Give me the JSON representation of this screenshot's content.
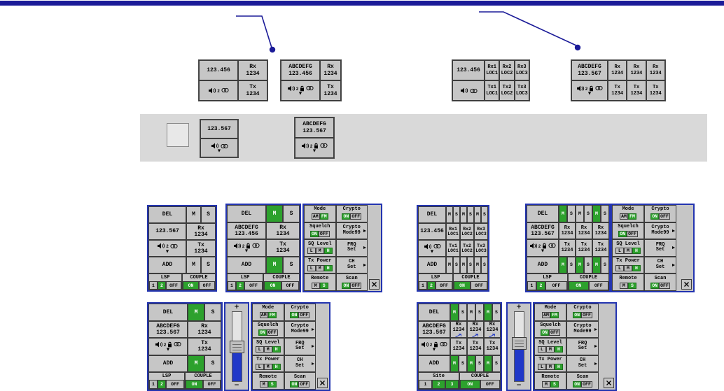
{
  "colors": {
    "top_bar": "#1b1b98",
    "callout": "#1b1b98",
    "panel_border_blue": "#2334b0",
    "selected_green": "#2da12d",
    "slider_fill_blue": "#2038c8",
    "band_gray": "#d9d9d9",
    "panel_gray": "#c6c6c6"
  },
  "icons": {
    "speaker": "speaker-icon",
    "speaker_channel_2": "2",
    "lock": "lock-icon",
    "couple": "couple-link-icon",
    "dropdown_caret": "▼",
    "close": "close-icon",
    "vote_arrow": "vote-arrow-icon"
  },
  "labels": {
    "del": "DEL",
    "add": "ADD",
    "monitor": "M",
    "select": "S",
    "slider_plus": "+",
    "slider_minus": "−"
  },
  "ms_row": [
    "M",
    "S",
    "M",
    "S",
    "M",
    "S"
  ],
  "channels": {
    "top_single_plain": {
      "freq": "123.456",
      "rx": "Rx\n1234",
      "tx": "Tx\n1234"
    },
    "top_single_named": {
      "freq": "ABCDEFG\n123.456",
      "rx": "Rx\n1234",
      "tx": "Tx\n1234"
    },
    "top_multi_plain": {
      "freq": "123.456",
      "rx": [
        "Rx1\nLOC1",
        "Rx2\nLOC2",
        "Rx3\nLOC3"
      ],
      "tx": [
        "Tx1\nLOC1",
        "Tx2\nLOC2",
        "Tx3\nLOC3"
      ]
    },
    "top_multi_named": {
      "freq": "ABCDEFG\n123.567",
      "rx": [
        "Rx\n1234",
        "Rx\n1234",
        "Rx\n1234"
      ],
      "tx": [
        "Tx\n1234",
        "Tx\n1234",
        "Tx\n1234"
      ]
    },
    "bar_mini_plain": {
      "freq": "123.567"
    },
    "bar_mini_named": {
      "freq": "ABCDEFG\n123.567"
    },
    "mid_single_plain": {
      "freq": "123.567",
      "rx": "Rx\n1234",
      "tx": "Tx\n1234"
    },
    "mid_single_named": {
      "freq": "ABCDEFG\n123.456",
      "rx": "Rx\n1234",
      "tx": "Tx\n1234"
    },
    "mid_multi_plain": {
      "freq": "123.456",
      "rx": [
        "Rx1\nLOC1",
        "Rx2\nLOC2",
        "Rx3\nLOC3"
      ],
      "tx": [
        "Tx1\nLOC1",
        "Tx2\nLOC2",
        "Tx3\nLOC3"
      ]
    },
    "mid_multi_named": {
      "freq": "ABCDEFG\n123.567",
      "rx": [
        "Rx\n1234",
        "Rx\n1234",
        "Rx\n1234"
      ],
      "tx": [
        "Tx\n1234",
        "Tx\n1234",
        "Tx\n1234"
      ]
    },
    "bot_single_named": {
      "freq": "ABCDEFG\n123.567",
      "rx": "Rx\n1234",
      "tx": "Tx\n1234"
    },
    "bot_multi_named": {
      "freq": "ABCDEFG\n123.567",
      "rx": [
        "Rx\n1234",
        "Rx\n1234",
        "Rx\n1234"
      ],
      "tx": [
        "Tx\n1234",
        "Tx\n1234",
        "Tx\n1234"
      ]
    }
  },
  "footer": {
    "lsp": {
      "label": "LSP",
      "options": [
        "1",
        "2",
        "OFF"
      ],
      "selected": "2"
    },
    "site": {
      "label": "Site",
      "options": [
        "1",
        "2",
        "3"
      ],
      "selected": [
        "2",
        "3"
      ]
    },
    "couple": {
      "label": "COUPLE",
      "options": [
        "ON",
        "OFF"
      ],
      "selected": "ON"
    }
  },
  "settings": {
    "mode": {
      "label": "Mode",
      "options": [
        "AM",
        "FM"
      ],
      "selected": "FM"
    },
    "crypto": {
      "label": "Crypto",
      "options": [
        "ON",
        "OFF"
      ],
      "selected": "ON"
    },
    "squelch": {
      "label": "Squelch",
      "options": [
        "ON",
        "OFF"
      ],
      "selected": "ON"
    },
    "crypto_mode": {
      "label": "Crypto\nMode99"
    },
    "sq_level": {
      "label": "SQ Level",
      "options": [
        "L",
        "M",
        "H"
      ],
      "selected": "H"
    },
    "frq_set": {
      "label": "FRQ\nSet"
    },
    "tx_power": {
      "label": "Tx Power",
      "options": [
        "L",
        "M",
        "H"
      ],
      "selected": "H"
    },
    "ch_set": {
      "label": "CH\nSet"
    },
    "remote": {
      "label": "Remote",
      "options": [
        "M",
        "S"
      ],
      "selected": "S"
    },
    "scan": {
      "label": "Scan",
      "options": [
        "ON",
        "OFF"
      ],
      "selected": "ON"
    }
  }
}
